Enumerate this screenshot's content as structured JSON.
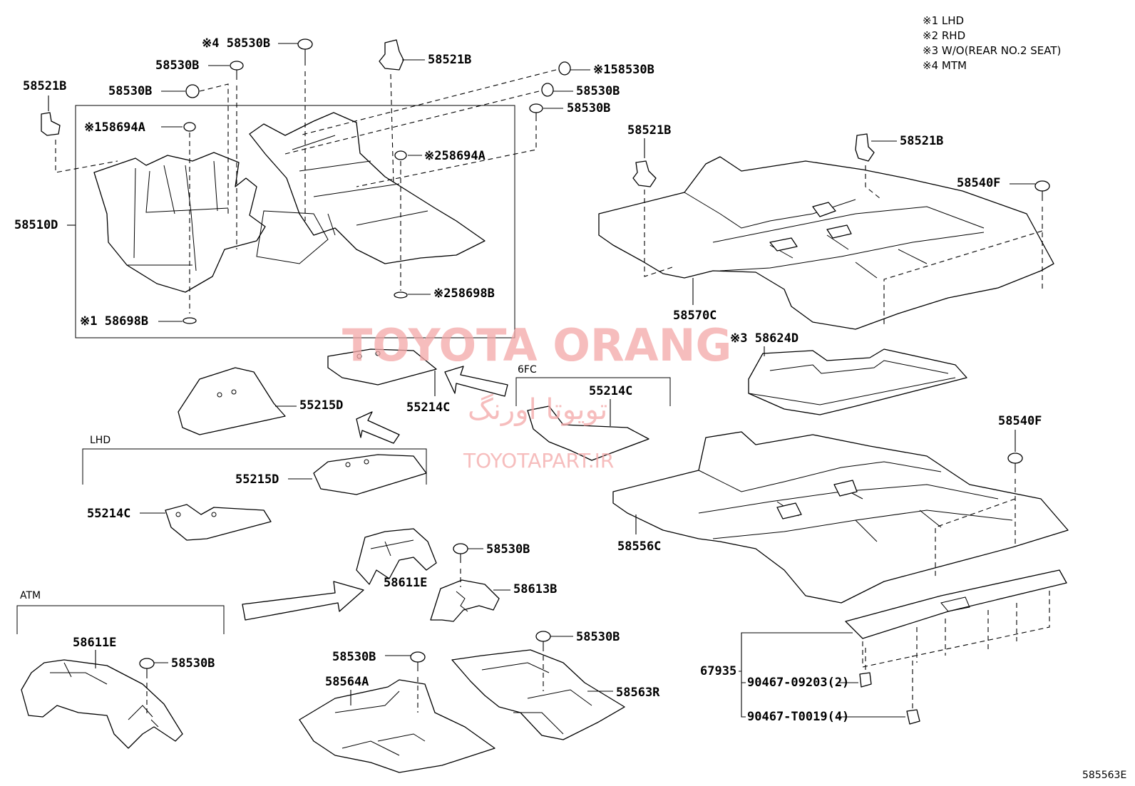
{
  "legend": {
    "note1": "※1 LHD",
    "note2": "※2 RHD",
    "note3": "※3 W/O(REAR NO.2 SEAT)",
    "note4": "※4 MTM"
  },
  "groups": {
    "g6fc": "6FC",
    "lhd": "LHD",
    "atm": "ATM"
  },
  "watermark": {
    "main": "TOYOTA ORANG",
    "persian": "تویوتا اورنگ",
    "site": "TOYOTAPART.IR"
  },
  "labels": {
    "p1": "58521B",
    "p2": "※4 58530B",
    "p3": "58530B",
    "p4": "58530B",
    "p5": "58521B",
    "p6": "※158530B",
    "p7": "58530B",
    "p8": "58530B",
    "p9": "※158694A",
    "p10": "※258694A",
    "p11": "58510D",
    "p12": "※258698B",
    "p13": "※1 58698B",
    "p14": "58521B",
    "p15": "58521B",
    "p16": "58540F",
    "p17": "58570C",
    "p18": "※3 58624D",
    "p19": "55215D",
    "p20": "55214C",
    "p21": "55214C",
    "p22": "55215D",
    "p23": "55214C",
    "p24": "58540F",
    "p25": "58556C",
    "p26": "58530B",
    "p27": "58611E",
    "p28": "58613B",
    "p29": "58611E",
    "p30": "58530B",
    "p31": "58530B",
    "p32": "58564A",
    "p33": "58530B",
    "p34": "58563R",
    "p35": "67935",
    "p36": "90467-09203(2)",
    "p37": "90467-T0019(4)"
  },
  "diagram_id": "585563E"
}
